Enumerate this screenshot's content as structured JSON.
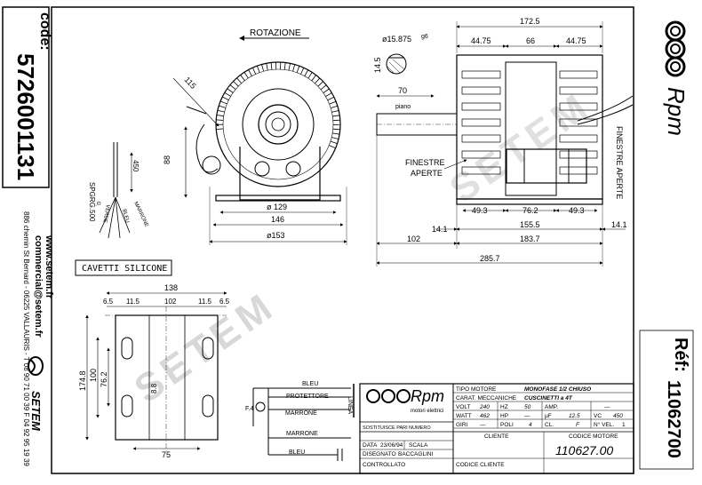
{
  "left_strip": {
    "code_label": "code:",
    "code_value": "5726001131",
    "website": "www.setem.fr",
    "email": "commercial@setem.fr",
    "address": "886 chemin St Bernard - 06225 VALLAURIS - T 08 90 71 00 39 F 04 92 95 19 39",
    "brand": "SETEM"
  },
  "right_strip": {
    "brand": "Rpm",
    "ref_label": "Réf:",
    "ref_value": "11062700"
  },
  "front_view": {
    "rotation_label": "ROTAZIONE",
    "dim_115": "115",
    "dim_88": "88",
    "dim_129": "ø 129",
    "dim_146": "146",
    "dim_153": "ø153"
  },
  "cable": {
    "len_450": "450",
    "sheath": "SPGRG.500",
    "wire_marrone": "MARRONE",
    "wire_bleu": "BLEU",
    "wire_verde": "VERDE",
    "wire_g": "G.",
    "silicone_label": "CAVETTI SILICONE"
  },
  "side_view": {
    "dim_1725": "172.5",
    "dim_4475a": "44.75",
    "dim_66": "66",
    "dim_4475b": "44.75",
    "shaft_dia": "ø15.875",
    "shaft_tol": "g6",
    "dim_145": "14.5",
    "dim_70": "70",
    "piano": "piano",
    "finestre_aperte_a": "FINESTRE",
    "finestre_aperte_b": "APERTE",
    "finestre_aperte_v": "FINESTRE APERTE",
    "dim_493a": "49.3",
    "dim_762": "76.2",
    "dim_493b": "49.3",
    "dim_141a": "14.1",
    "dim_1555": "155.5",
    "dim_141b": "14.1",
    "dim_102": "102",
    "dim_1837": "183.7",
    "dim_2857": "285.7"
  },
  "base_view": {
    "dim_138": "138",
    "dim_65a": "6.5",
    "dim_115a": "11.5",
    "dim_102": "102",
    "dim_115b": "11.5",
    "dim_65b": "6.5",
    "dim_1748": "174.8",
    "dim_100": "100",
    "dim_762": "76.2",
    "dim_88": "8.8",
    "dim_75": "75"
  },
  "wiring": {
    "bleu1": "BLEU",
    "protettore": "PROTETTORE",
    "marrone1": "MARRONE",
    "f4": "F.4",
    "linea": "LINEA",
    "marrone2": "MARRONE",
    "bleu2": "BLEU"
  },
  "title_block": {
    "logo_text": "Rpm",
    "logo_sub": "motori elettrici",
    "tipo_motore_label": "TIPO MOTORE",
    "tipo_motore_value": "MONOFASE 1/2 CHIUSO",
    "carat_label": "CARAT. MECCANICHE",
    "carat_value": "CUSCINETTI a 4T",
    "volt_label": "VOLT",
    "volt_value": "240",
    "hz_label": "HZ",
    "hz_value": "50",
    "amp_label": "AMP.",
    "amp_value": "—",
    "watt_label": "WATT",
    "watt_value": "462",
    "hp_label": "HP",
    "hp_value": "—",
    "uf_label": "μF",
    "uf_value": "12.5",
    "vc_label": "VC",
    "vc_value": "450",
    "giri_label": "GIRI",
    "giri_value": "—",
    "poli_label": "POLI",
    "poli_value": "4",
    "cl_label": "CL.",
    "cl_value": "F",
    "nvel_label": "N° VEL.",
    "nvel_value": "1",
    "sostituisce": "SOSTITUISCE PARI NUMERO",
    "cliente_label": "CLIENTE",
    "codice_motore_label": "CODICE MOTORE",
    "data_label": "DATA",
    "data_value": "23/06/94",
    "scala_label": "SCALA",
    "disegnato_label": "DISEGNATO",
    "disegnato_value": "BACCAGLINI",
    "controllato_label": "CONTROLLATO",
    "codice_cliente_label": "CODICE CLIENTE",
    "codice_motore_value": "110627.00"
  },
  "watermark": "SETEM"
}
